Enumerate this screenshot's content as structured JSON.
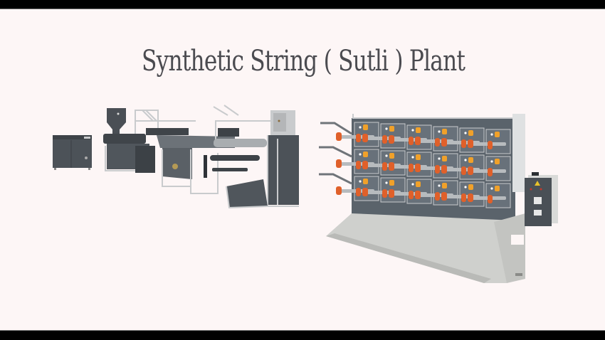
{
  "slide": {
    "title": "Synthetic String ( Sutli ) Plant",
    "background_color": "#fdf6f6",
    "title_color": "#4b4b50"
  },
  "images": {
    "extrusion_line": {
      "label": "extrusion-line-machine-photo"
    },
    "winder": {
      "label": "spool-winder-machine-photo",
      "spool_rows": 3,
      "spool_columns": 6
    }
  },
  "colors": {
    "machine_dark": "#4c5258",
    "machine_frame": "#c9cbcd",
    "spool_orange": "#e0602a",
    "winder_body": "#c8c9c6"
  }
}
